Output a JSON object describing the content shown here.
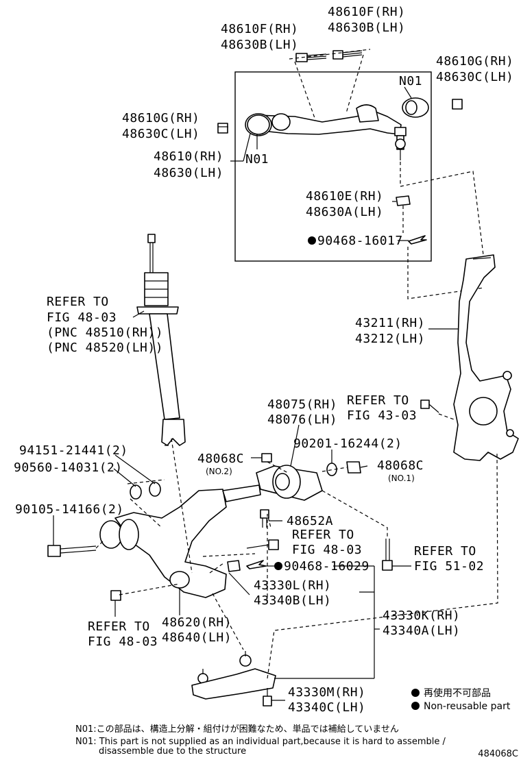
{
  "labels": {
    "p48610F": {
      "rh": "48610F(RH)",
      "lh": "48630B(LH)"
    },
    "p48610F_b": {
      "rh": "48610F(RH)",
      "lh": "48630B(LH)"
    },
    "p48610G_r": {
      "rh": "48610G(RH)",
      "lh": "48630C(LH)"
    },
    "p48610G_l": {
      "rh": "48610G(RH)",
      "lh": "48630C(LH)"
    },
    "n01_right": "N01",
    "n01_left": "N01",
    "p48610": {
      "rh": "48610(RH)",
      "lh": "48630(LH)"
    },
    "p48610E": {
      "rh": "48610E(RH)",
      "lh": "48630A(LH)"
    },
    "p90468_16017": "90468-16017",
    "refer_48_03_strut": {
      "l1": "REFER TO",
      "l2": "FIG 48-03",
      "l3": "(PNC 48510(RH))",
      "l4": "(PNC 48520(LH))"
    },
    "p43211": {
      "rh": "43211(RH)",
      "lh": "43212(LH)"
    },
    "p48075": {
      "rh": "48075(RH)",
      "lh": "48076(LH)"
    },
    "refer_43_03": {
      "l1": "REFER TO",
      "l2": "FIG 43-03"
    },
    "p94151": "94151-21441(2)",
    "p90560": "90560-14031(2)",
    "p90201": "90201-16244(2)",
    "p48068C_no2": {
      "num": "48068C",
      "sub": "(NO.2)"
    },
    "p48068C_no1": {
      "num": "48068C",
      "sub": "(NO.1)"
    },
    "p90105": "90105-14166(2)",
    "p48652A": "48652A",
    "refer_48_03_mid": {
      "l1": "REFER TO",
      "l2": "FIG 48-03"
    },
    "refer_51_02": {
      "l1": "REFER TO",
      "l2": "FIG 51-02"
    },
    "p90468_16029": "90468-16029",
    "p43330L": {
      "rh": "43330L(RH)",
      "lh": "43340B(LH)"
    },
    "p48620": {
      "rh": "48620(RH)",
      "lh": "48640(LH)"
    },
    "p43330K": {
      "rh": "43330K(RH)",
      "lh": "43340A(LH)"
    },
    "refer_48_03_low": {
      "l1": "REFER TO",
      "l2": "FIG 48-03"
    },
    "p43330M": {
      "rh": "43330M(RH)",
      "lh": "43340C(LH)"
    }
  },
  "legend": {
    "jp": "再使用不可部品",
    "en": "Non-reusable part"
  },
  "notes": {
    "jp": "N01:この部品は、構造上分解・組付けが困難なため、単品では補給していません",
    "en1": "N01: This part is not supplied as an individual part,because it is hard to assemble /",
    "en2": "disassemble due to the structure"
  },
  "figure_id": "484068C"
}
